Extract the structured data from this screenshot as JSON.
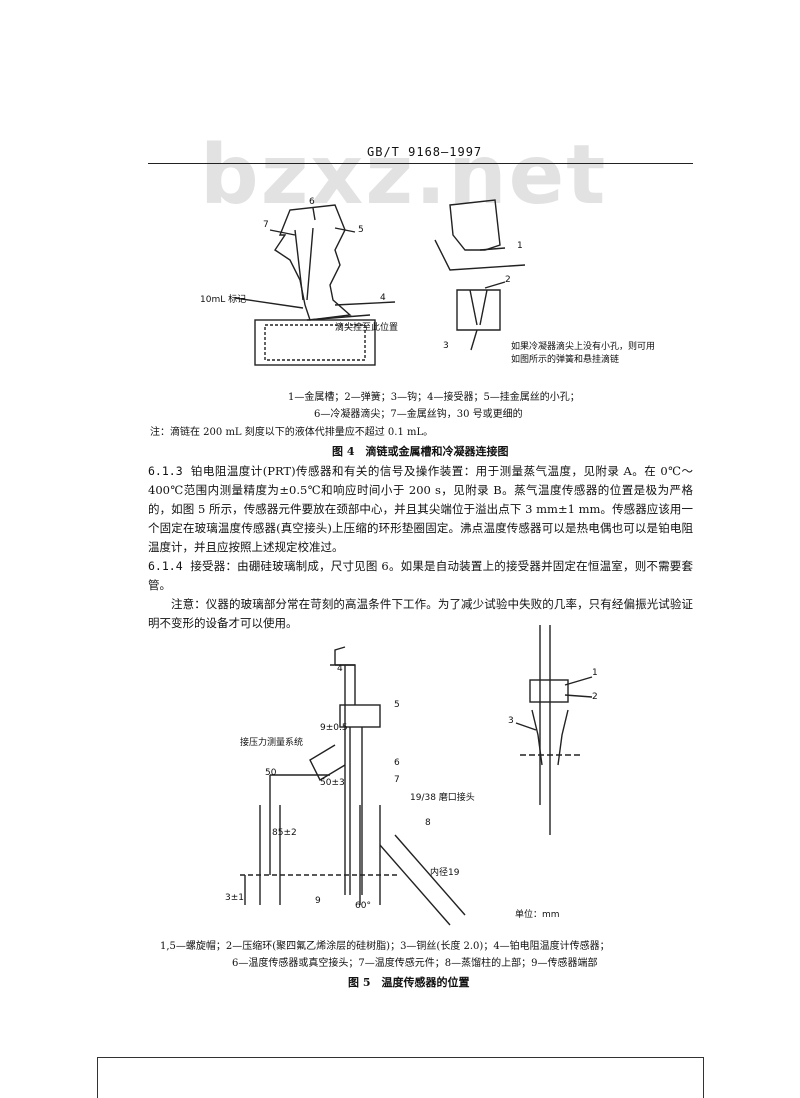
{
  "header": {
    "standard": "GB/T 9168—1997",
    "watermark": "bzxz.net"
  },
  "fig4": {
    "left_labels": {
      "n7": "7",
      "n6": "6",
      "n5": "5",
      "n4": "4",
      "mark": "10mL 标记",
      "tip": "滴尖挂至此位置"
    },
    "right_labels": {
      "n1": "1",
      "n2": "2",
      "n3": "3",
      "note_line1": "如果冷凝器滴尖上没有小孔，则可用",
      "note_line2": "如图所示的弹簧和悬挂滴链"
    },
    "legend_line1": "1—金属槽；2—弹簧；3—钩；4—接受器；5—挂金属丝的小孔；",
    "legend_line2": "6—冷凝器滴尖；7—金属丝钩，30 号或更细的",
    "note": "注：滴链在 200 mL 刻度以下的液体代排量应不超过 0.1 mL。",
    "caption": "图 4　滴链或金属槽和冷凝器连接图"
  },
  "sections": [
    {
      "no": "6.1.3",
      "text": "铂电阻温度计(PRT)传感器和有关的信号及操作装置：用于测量蒸气温度，见附录 A。在 0℃～400℃范围内测量精度为±0.5℃和响应时间小于 200 s，见附录 B。蒸气温度传感器的位置是极为严格的，如图 5 所示，传感器元件要放在颈部中心，并且其尖端位于溢出点下 3 mm±1 mm。传感器应该用一个固定在玻璃温度传感器(真空接头)上压缩的环形垫圈固定。沸点温度传感器可以是热电偶也可以是铂电阻温度计，并且应按照上述规定校准过。"
    },
    {
      "no": "6.1.4",
      "text": "接受器：由硼硅玻璃制成，尺寸见图 6。如果是自动装置上的接受器并固定在恒温室，则不需要套管。"
    }
  ],
  "notice": "注意：仪器的玻璃部分常在苛刻的高温条件下工作。为了减少试验中失败的几率，只有经偏振光试验证明不变形的设备才可以使用。",
  "fig5": {
    "labels": {
      "n4": "4",
      "n5": "5",
      "n6": "6",
      "n7": "7",
      "n8": "8",
      "n9": "9",
      "n1": "1",
      "n2": "2",
      "n3": "3",
      "pressure": "接压力测量系统",
      "d1": "9±0.5",
      "d2": "50±3",
      "d3": "50",
      "joint": "19/38 磨口接头",
      "d4": "85±2",
      "d5": "3±1",
      "angle": "60°",
      "dia": "内径19",
      "unit": "单位：mm"
    },
    "legend_line1": "1,5—螺旋帽；2—压缩环(聚四氟乙烯涂层的硅树脂)；3—铜丝(长度 2.0)；4—铂电阻温度计传感器；",
    "legend_line2": "6—温度传感器或真空接头；7—温度传感元件；8—蒸馏柱的上部；9—传感器端部",
    "caption": "图 5　温度传感器的位置"
  }
}
